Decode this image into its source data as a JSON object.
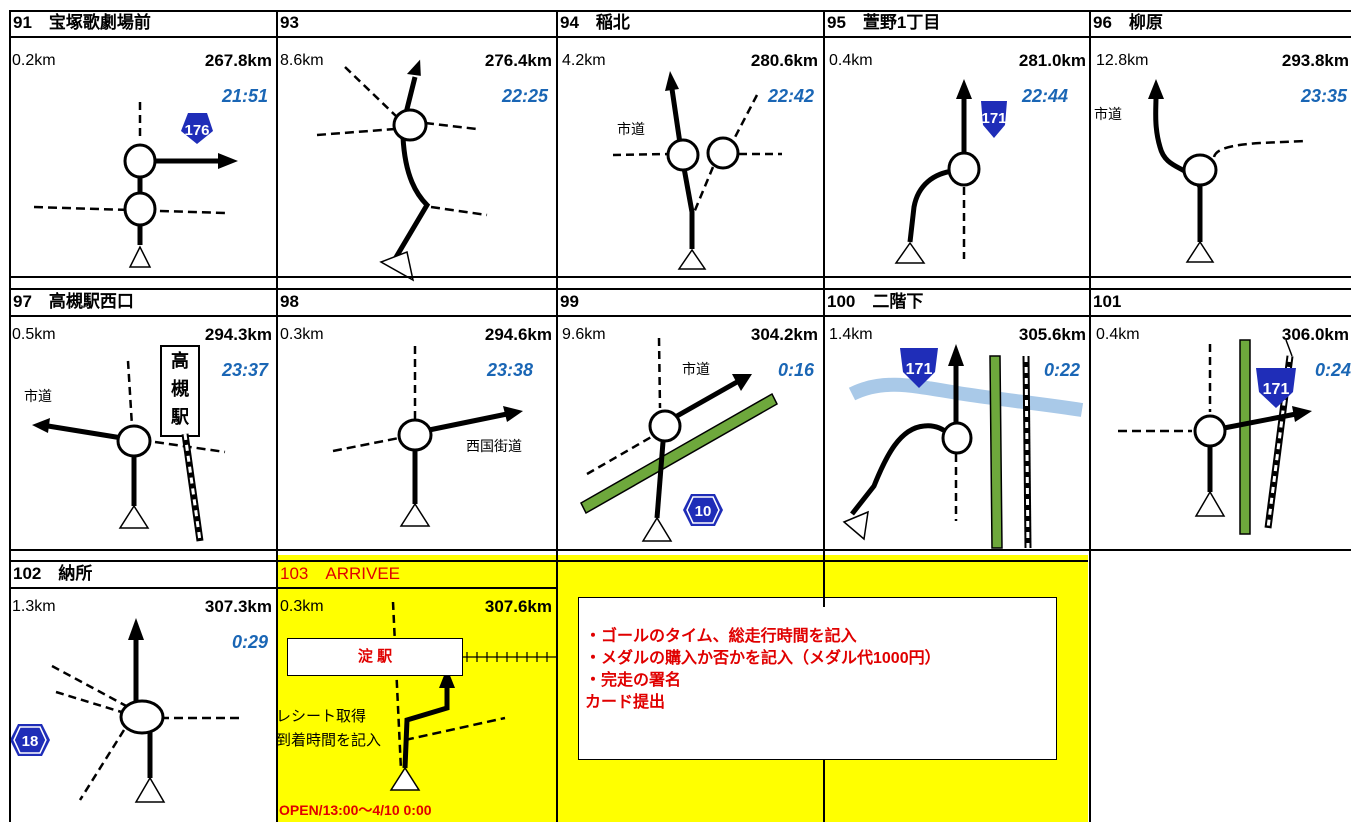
{
  "cells": [
    {
      "header": "91　宝塚歌劇場前",
      "dist": "0.2km",
      "total": "267.8km",
      "time": "21:51"
    },
    {
      "header": "93",
      "dist": "8.6km",
      "total": "276.4km",
      "time": "22:25"
    },
    {
      "header": "94　稲北",
      "dist": "4.2km",
      "total": "280.6km",
      "time": "22:42"
    },
    {
      "header": "95　萱野1丁目",
      "dist": "0.4km",
      "total": "281.0km",
      "time": "22:44"
    },
    {
      "header": "96　柳原",
      "dist": "12.8km",
      "total": "293.8km",
      "time": "23:35"
    },
    {
      "header": "97　高槻駅西口",
      "dist": "0.5km",
      "total": "294.3km",
      "time": "23:37"
    },
    {
      "header": "98",
      "dist": "0.3km",
      "total": "294.6km",
      "time": "23:38"
    },
    {
      "header": "99",
      "dist": "9.6km",
      "total": "304.2km",
      "time": "0:16"
    },
    {
      "header": "100　二階下",
      "dist": "1.4km",
      "total": "305.6km",
      "time": "0:22"
    },
    {
      "header": "101",
      "dist": "0.4km",
      "total": "306.0km",
      "time": "0:24"
    },
    {
      "header": "102　納所",
      "dist": "1.3km",
      "total": "307.3km",
      "time": "0:29"
    },
    {
      "header": "103　ARRIVEE",
      "dist": "0.3km",
      "total": "307.6km",
      "time": ""
    }
  ],
  "road_labels": {
    "c94_shido": "市道",
    "c96_shido": "市道",
    "c97_shido": "市道",
    "c98_saigoku": "西国街道",
    "c99_shido": "市道"
  },
  "route_shields": {
    "c91": "176",
    "c95": "171",
    "c99": "10",
    "c100": "171",
    "c101": "171",
    "c102": "18"
  },
  "station_sign_97": [
    "高",
    "槻",
    "駅"
  ],
  "arrivee": {
    "station": "淀 駅",
    "receipt": "レシート取得",
    "arrival": "到着時間を記入",
    "open": "OPEN/13:00～4/10 0:00"
  },
  "notes": [
    "・ゴールのタイム、総走行時間を記入",
    "・メダルの購入か否かを記入（メダル代1000円）",
    "・完走の署名",
    "カード提出"
  ],
  "colors": {
    "time": "#1a66b5",
    "red": "#e00000",
    "yellow": "#ffff00",
    "rail": "#6ea83c",
    "river": "#a9c9e8",
    "shield": "#1f2db8"
  }
}
